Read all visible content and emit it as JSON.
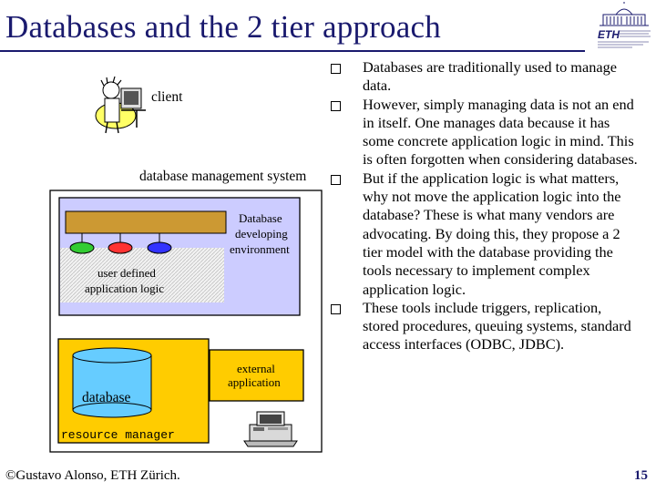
{
  "slide": {
    "title": "Databases and the 2 tier approach",
    "page_number": "15",
    "footer": "©Gustavo Alonso, ETH Zürich."
  },
  "diagram": {
    "client_label": "client",
    "dbms_label": "database management system",
    "dev_env_line1": "Database",
    "dev_env_line2": "developing",
    "dev_env_line3": "environment",
    "app_logic_line1": "user defined",
    "app_logic_line2": "application logic",
    "external_line1": "external",
    "external_line2": "application",
    "database_label": "database",
    "resource_manager_label": "resource manager",
    "colors": {
      "dbms_box": "#ccccff",
      "resource_box": "#ffcc00",
      "bar": "#cc9933",
      "database_cylinder": "#66ccff",
      "node_green": "#33cc33",
      "node_red": "#ff3333",
      "node_blue": "#3333ff"
    }
  },
  "logo": {
    "text": "ETH"
  },
  "bullets": [
    "Databases are traditionally used to manage data.",
    "However, simply managing data is not an end in itself. One manages data because it has some concrete application logic in mind. This is often forgotten when considering databases.",
    "But if the application logic is what matters, why not move the application logic into the database? These is what many vendors are advocating. By doing this, they propose a 2 tier model with the database providing the tools necessary to implement complex application logic.",
    "These tools include triggers, replication, stored procedures, queuing systems, standard access interfaces (ODBC, JDBC)."
  ]
}
